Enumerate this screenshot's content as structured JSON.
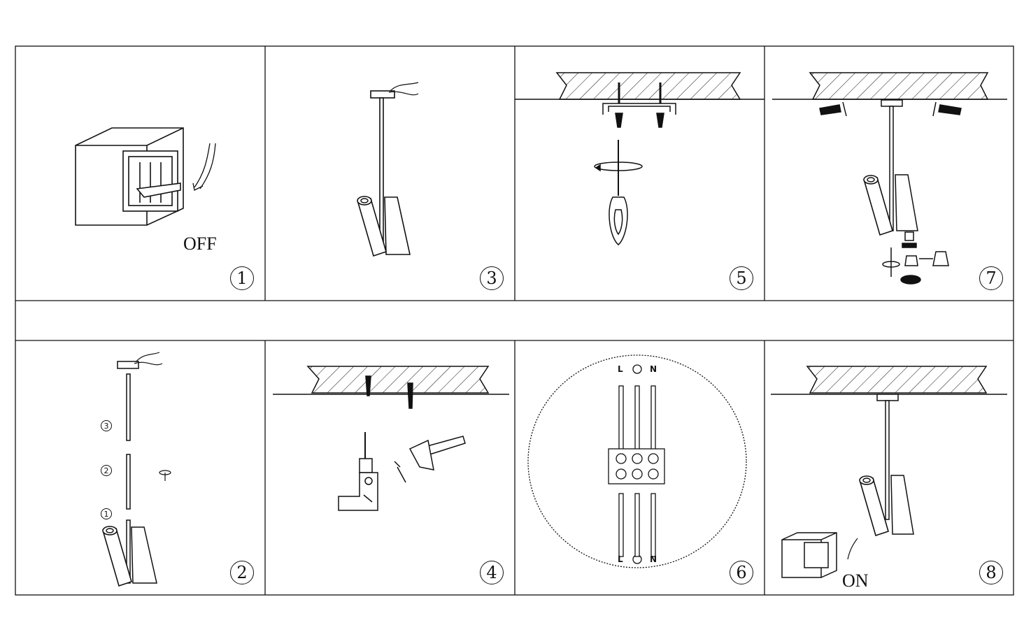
{
  "steps": [
    {
      "number": "1",
      "caption": "OFF"
    },
    {
      "number": "3"
    },
    {
      "number": "5"
    },
    {
      "number": "7"
    },
    {
      "number": "2",
      "segments": [
        "3",
        "2",
        "1"
      ]
    },
    {
      "number": "4"
    },
    {
      "number": "6",
      "wire_labels": [
        "L",
        "N"
      ]
    },
    {
      "number": "8",
      "caption": "ON"
    }
  ]
}
